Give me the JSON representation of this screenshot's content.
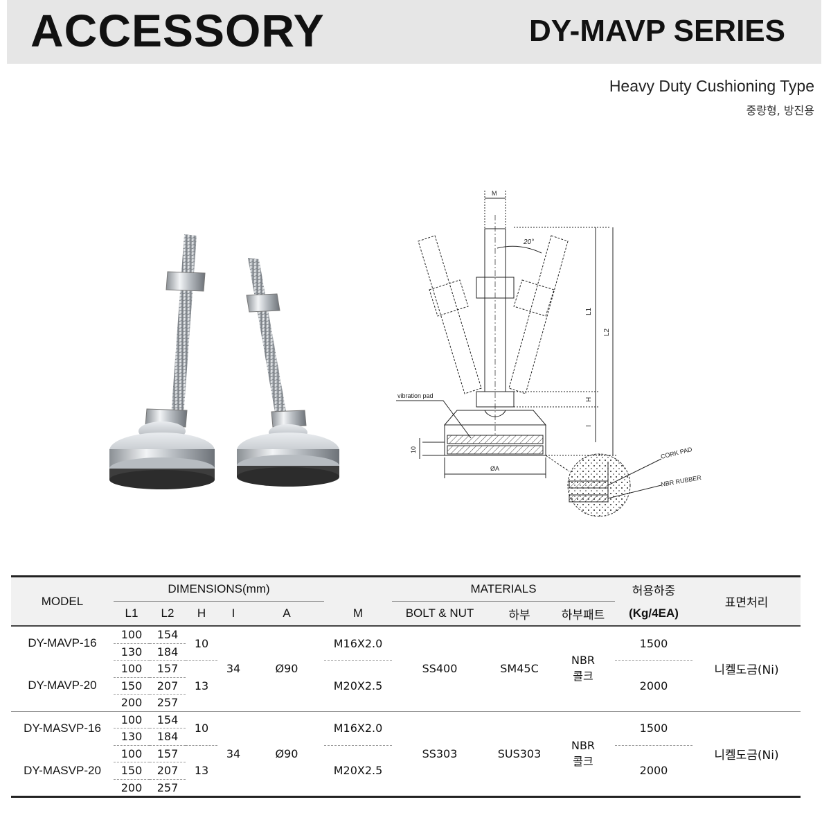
{
  "header": {
    "title": "ACCESSORY",
    "series": "DY-MAVP SERIES",
    "subtitle": "Heavy Duty Cushioning Type",
    "subtitle_ko": "중량형, 방진용"
  },
  "drawing": {
    "label_m": "M",
    "label_angle": "20°",
    "label_l1": "L1",
    "label_l2": "L2",
    "label_h": "H",
    "label_i": "I",
    "label_10": "10",
    "label_oa": "ØA",
    "label_vibration_pad": "vibration pad",
    "label_cork_pad": "CORK PAD",
    "label_nbr_rubber": "NBR RUBBER"
  },
  "table": {
    "h_model": "MODEL",
    "h_dimensions": "DIMENSIONS(mm)",
    "h_materials": "MATERIALS",
    "h_load": "허용하중",
    "h_load_unit": "(Kg/4EA)",
    "h_surface": "표면처리",
    "h_l1": "L1",
    "h_l2": "L2",
    "h_h": "H",
    "h_i": "I",
    "h_a": "A",
    "h_m": "M",
    "h_bolt": "BOLT & NUT",
    "h_base": "하부",
    "h_pad": "하부패트",
    "groups": [
      {
        "models": [
          "DY-MAVP-16",
          "DY-MAVP-20"
        ],
        "rows": [
          [
            "100",
            "154"
          ],
          [
            "130",
            "184"
          ],
          [
            "100",
            "157"
          ],
          [
            "150",
            "207"
          ],
          [
            "200",
            "257"
          ]
        ],
        "h": [
          "10",
          "13"
        ],
        "i": "34",
        "a": "Ø90",
        "m": [
          "M16X2.0",
          "M20X2.5"
        ],
        "bolt": "SS400",
        "base": "SM45C",
        "pad1": "NBR",
        "pad2": "콜크",
        "load": [
          "1500",
          "2000"
        ],
        "surface": "니켈도금(Ni)"
      },
      {
        "models": [
          "DY-MASVP-16",
          "DY-MASVP-20"
        ],
        "rows": [
          [
            "100",
            "154"
          ],
          [
            "130",
            "184"
          ],
          [
            "100",
            "157"
          ],
          [
            "150",
            "207"
          ],
          [
            "200",
            "257"
          ]
        ],
        "h": [
          "10",
          "13"
        ],
        "i": "34",
        "a": "Ø90",
        "m": [
          "M16X2.0",
          "M20X2.5"
        ],
        "bolt": "SS303",
        "base": "SUS303",
        "pad1": "NBR",
        "pad2": "콜크",
        "load": [
          "1500",
          "2000"
        ],
        "surface": "니켈도금(Ni)"
      }
    ]
  }
}
